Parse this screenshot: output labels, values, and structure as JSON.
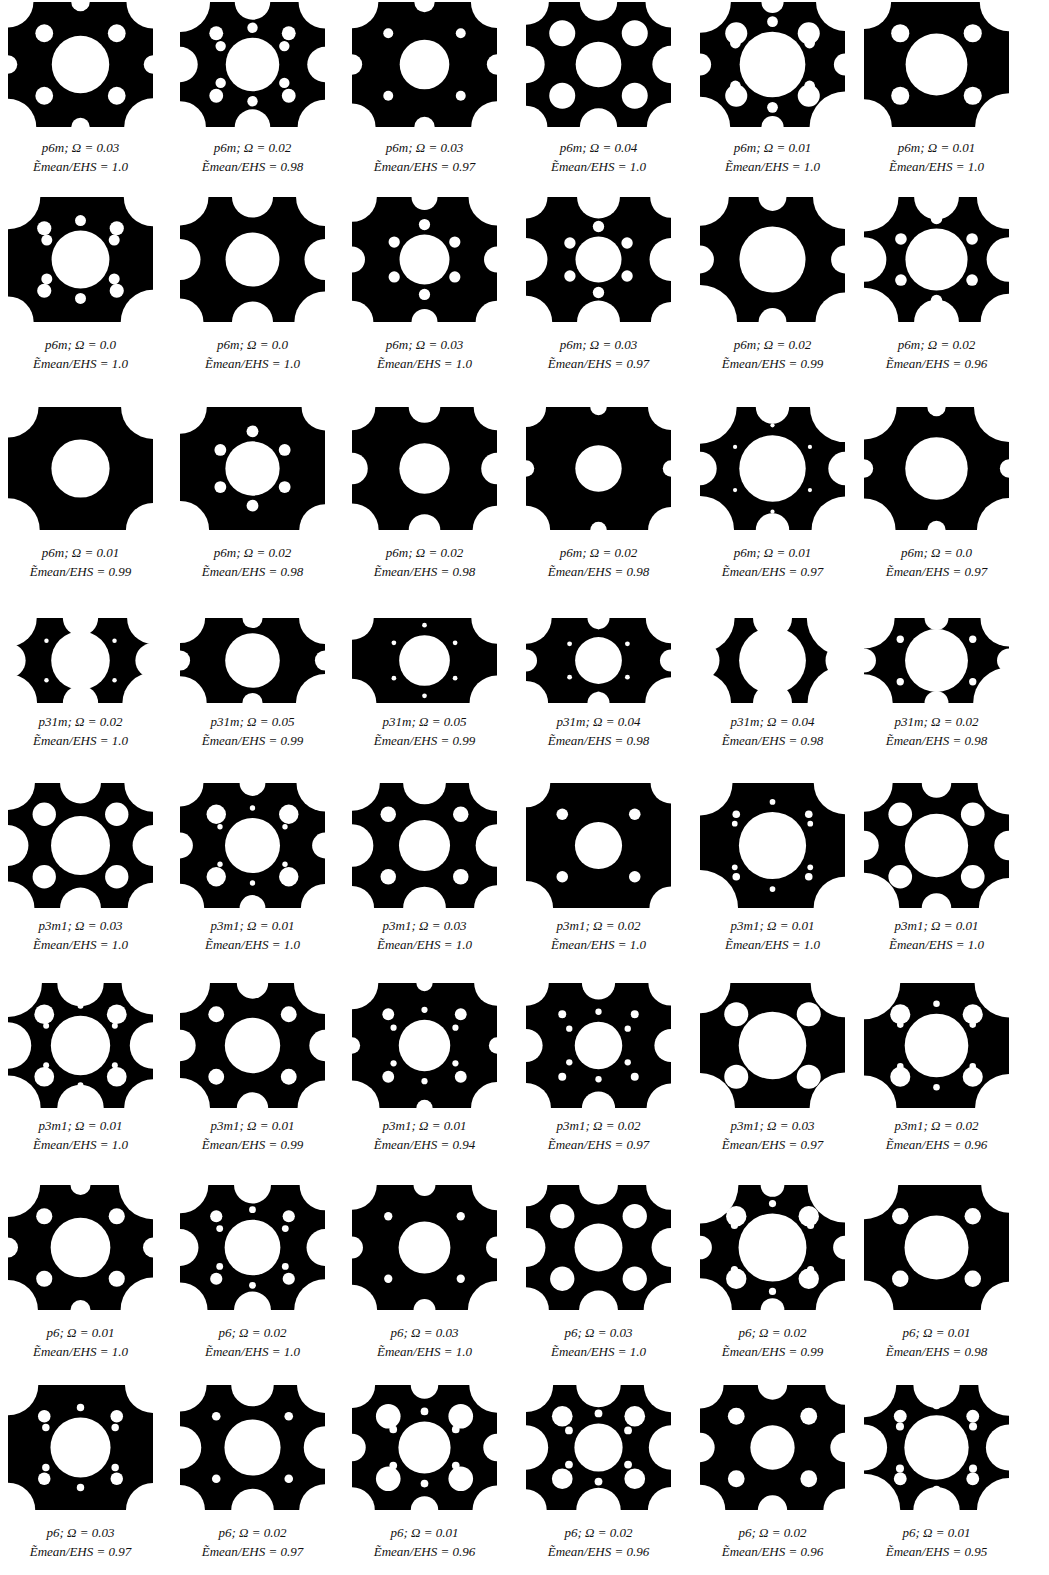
{
  "diagram": {
    "labels": [
      "p6m; Ω = 0.03",
      "Ẽmean/EHS = 1.0",
      "p6m; Ω = 0.02",
      "Ẽmean/EHS = 0.98",
      "p6m; Ω = 0.03",
      "Ẽmean/EHS = 0.97",
      "p6m; Ω = 0.04",
      "Ẽmean/EHS = 1.0",
      "p6m; Ω = 0.01",
      "Ẽmean/EHS = 1.0",
      "p6m; Ω = 0.01",
      "Ẽmean/EHS = 1.0",
      "p6m; Ω = 0.0",
      "Ẽmean/EHS = 1.0",
      "p6m; Ω = 0.0",
      "Ẽmean/EHS = 1.0",
      "p6m; Ω = 0.03",
      "Ẽmean/EHS = 1.0",
      "p6m; Ω = 0.03",
      "Ẽmean/EHS = 0.97",
      "p6m; Ω = 0.02",
      "Ẽmean/EHS = 0.99",
      "p6m; Ω = 0.02",
      "Ẽmean/EHS = 0.96",
      "p6m; Ω = 0.01",
      "Ẽmean/EHS = 0.99",
      "p6m; Ω = 0.02",
      "Ẽmean/EHS = 0.98",
      "p6m; Ω = 0.02",
      "Ẽmean/EHS = 0.98",
      "p6m; Ω = 0.02",
      "Ẽmean/EHS = 0.98",
      "p6m; Ω = 0.01",
      "Ẽmean/EHS = 0.97",
      "p6m; Ω = 0.0",
      "Ẽmean/EHS = 0.97",
      "p31m; Ω = 0.02",
      "Ẽmean/EHS = 1.0",
      "p31m; Ω = 0.05",
      "Ẽmean/EHS = 0.99",
      "p31m; Ω = 0.05",
      "Ẽmean/EHS = 0.99",
      "p31m; Ω = 0.04",
      "Ẽmean/EHS = 0.98",
      "p31m; Ω = 0.04",
      "Ẽmean/EHS = 0.98",
      "p31m; Ω = 0.02",
      "Ẽmean/EHS = 0.98",
      "p3m1; Ω = 0.03",
      "Ẽmean/EHS = 1.0",
      "p3m1; Ω = 0.01",
      "Ẽmean/EHS = 1.0",
      "p3m1; Ω = 0.03",
      "Ẽmean/EHS = 1.0",
      "p3m1; Ω = 0.02",
      "Ẽmean/EHS = 1.0",
      "p3m1; Ω = 0.01",
      "Ẽmean/EHS = 1.0",
      "p3m1; Ω = 0.01",
      "Ẽmean/EHS = 1.0",
      "p3m1; Ω = 0.01",
      "Ẽmean/EHS = 1.0",
      "p3m1; Ω = 0.01",
      "Ẽmean/EHS = 0.99",
      "p3m1; Ω = 0.01",
      "Ẽmean/EHS = 0.94",
      "p3m1; Ω = 0.02",
      "Ẽmean/EHS = 0.97",
      "p3m1; Ω = 0.03",
      "Ẽmean/EHS = 0.97",
      "p3m1; Ω = 0.02",
      "Ẽmean/EHS = 0.96",
      "p6; Ω = 0.01",
      "Ẽmean/EHS = 1.0",
      "p6; Ω = 0.02",
      "Ẽmean/EHS = 1.0",
      "p6; Ω = 0.03",
      "Ẽmean/EHS = 1.0",
      "p6; Ω = 0.03",
      "Ẽmean/EHS = 1.0",
      "p6; Ω = 0.02",
      "Ẽmean/EHS = 0.99",
      "p6; Ω = 0.01",
      "Ẽmean/EHS = 0.98",
      "p6; Ω = 0.03",
      "Ẽmean/EHS = 0.97",
      "p6; Ω = 0.02",
      "Ẽmean/EHS = 0.97",
      "p6; Ω = 0.01",
      "Ẽmean/EHS = 0.96",
      "p6; Ω = 0.02",
      "Ẽmean/EHS = 0.96",
      "p6; Ω = 0.02",
      "Ẽmean/EHS = 0.96",
      "p6; Ω = 0.01",
      "Ẽmean/EHS = 0.95"
    ]
  }
}
